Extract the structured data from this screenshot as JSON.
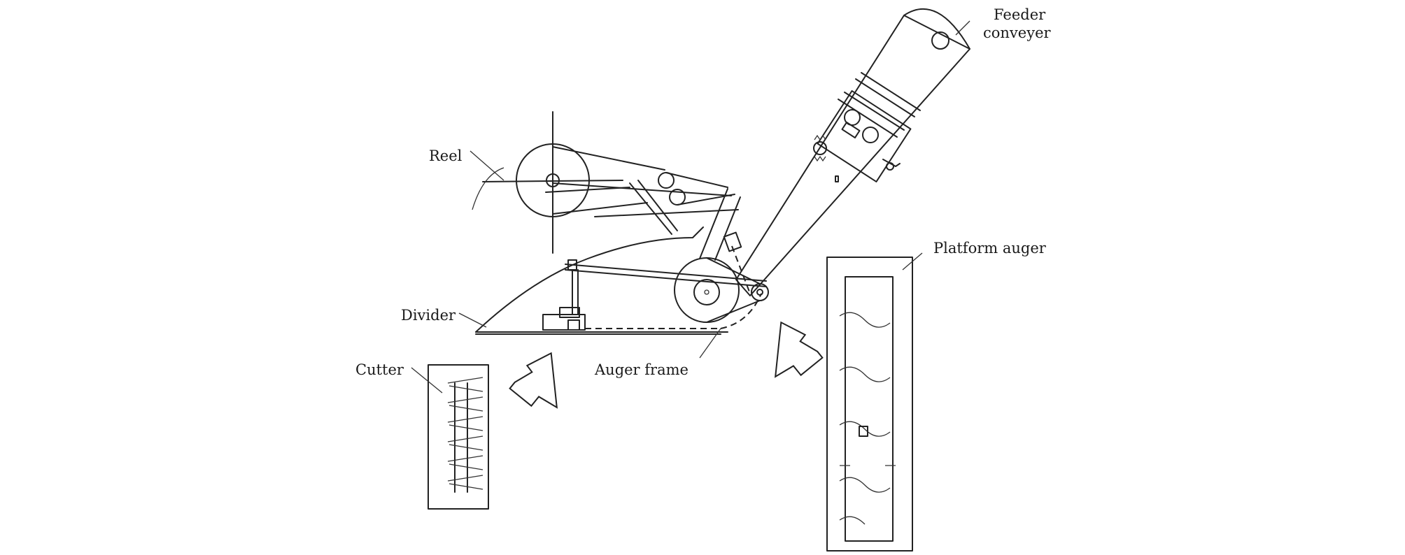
{
  "labels": {
    "feeder_conveyer_line1": "Feeder",
    "feeder_conveyer_line2": "conveyer",
    "reel": "Reel",
    "platform_auger": "Platform auger",
    "divider": "Divider",
    "cutter": "Cutter",
    "auger_frame": "Auger frame"
  }
}
